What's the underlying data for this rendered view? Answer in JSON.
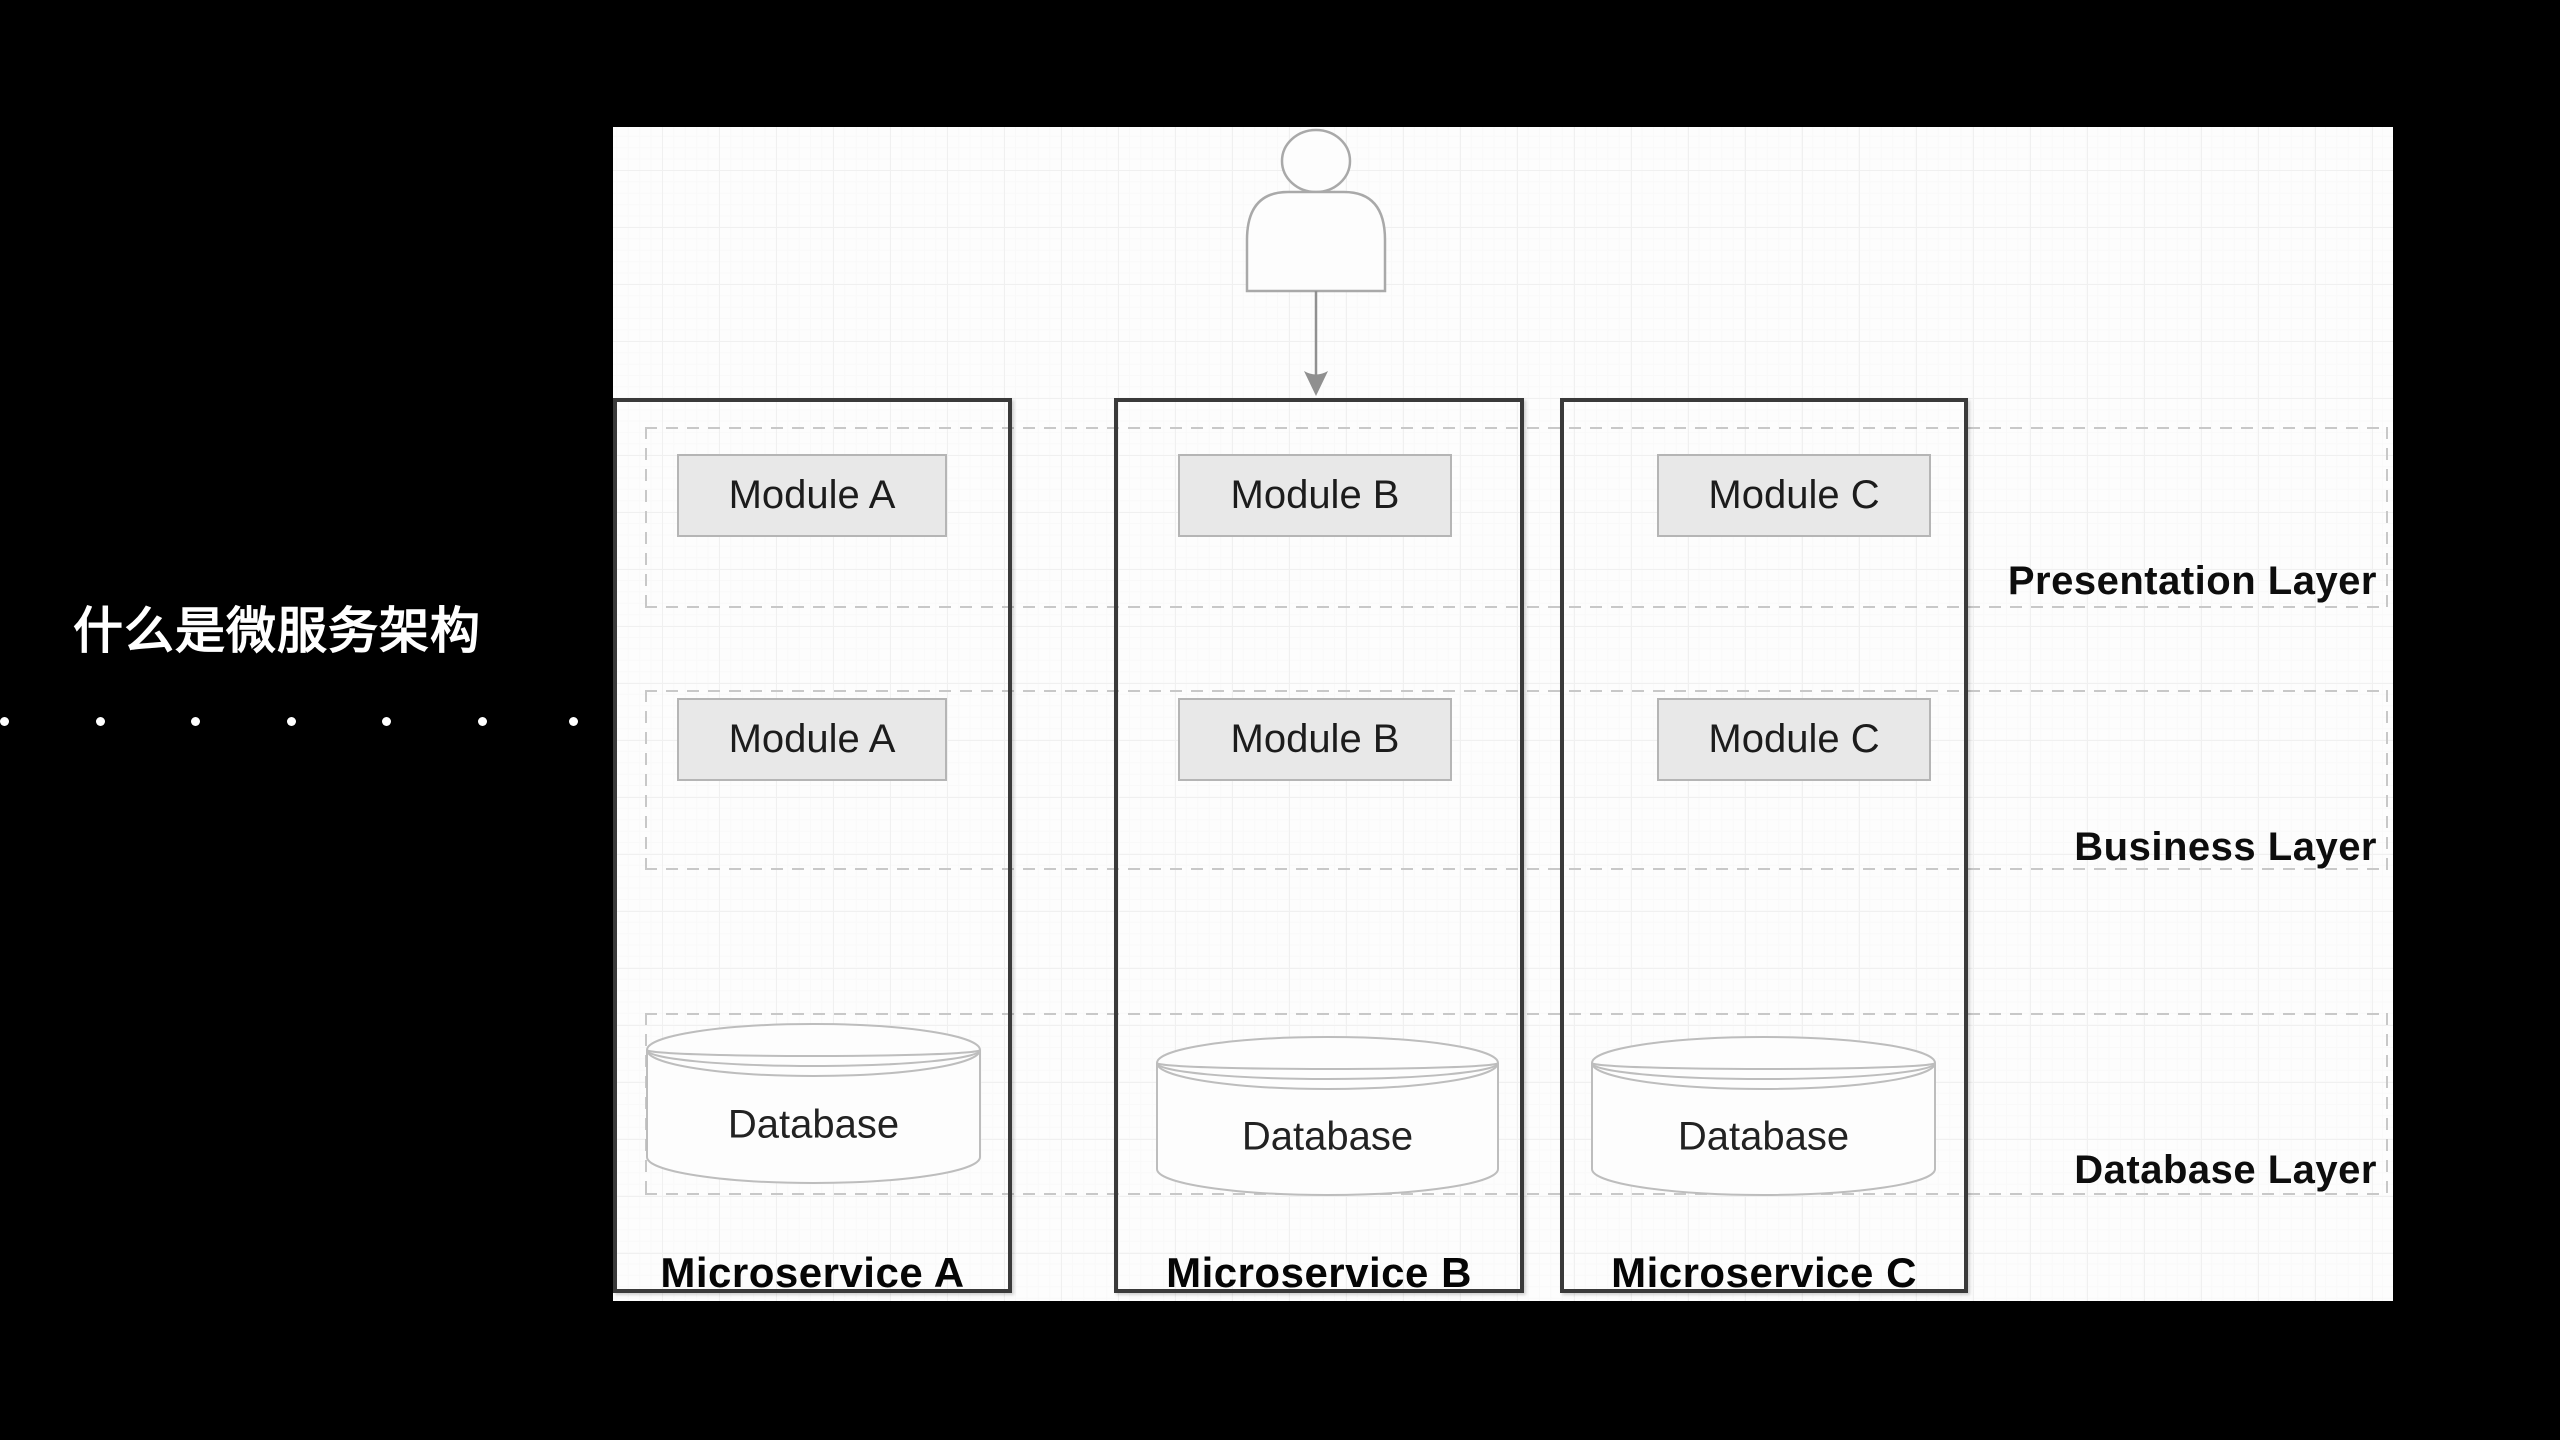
{
  "slide": {
    "title": "什么是微服务架构",
    "background": "#000000"
  },
  "diagram": {
    "canvas_color": "#fdfdfd",
    "actor": {
      "icon": "user-icon"
    },
    "layers": [
      {
        "label": "Presentation Layer"
      },
      {
        "label": "Business Layer"
      },
      {
        "label": "Database Layer"
      }
    ],
    "microservices": [
      {
        "name": "Microservice A",
        "modules": [
          "Module A",
          "Module A"
        ],
        "database_label": "Database"
      },
      {
        "name": "Microservice B",
        "modules": [
          "Module B",
          "Module B"
        ],
        "database_label": "Database"
      },
      {
        "name": "Microservice C",
        "modules": [
          "Module C",
          "Module C"
        ],
        "database_label": "Database"
      }
    ],
    "colors": {
      "module_fill": "#e8e8e8",
      "module_border": "#b5b5b5",
      "box_border": "#3a3a3a",
      "dashed_line": "#c8c8c8",
      "outline_gray": "#a9a9a9",
      "arrow_gray": "#909090",
      "title_text": "#ffffff"
    }
  }
}
